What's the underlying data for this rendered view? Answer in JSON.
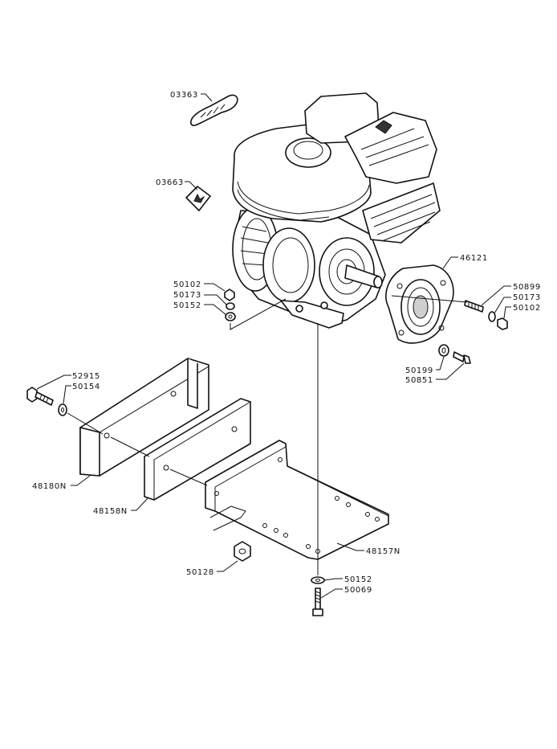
{
  "labels": {
    "emblem": "03363",
    "decal": "03663",
    "coupling_flange": "46121",
    "engine_nut": "50102",
    "engine_lockwasher": "50173",
    "engine_washer": "50152",
    "flange_stud": "50899",
    "flange_lockwasher": "50173",
    "flange_nut": "50102",
    "flange_washer": "50199",
    "flange_screw": "50851",
    "side_bolt": "52915",
    "side_washer": "50154",
    "outer_bracket": "48180N",
    "spacer_plate": "48158N",
    "base_plate": "48157N",
    "bottom_nut": "50128",
    "bottom_washer": "50152",
    "bottom_bolt": "50069"
  }
}
